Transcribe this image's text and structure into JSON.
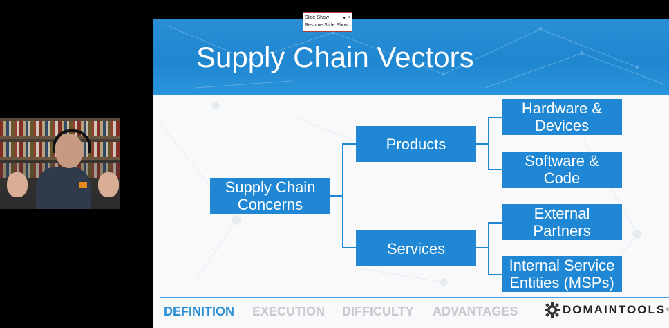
{
  "popup": {
    "title": "Slide Show",
    "dropdown_icon": "▾",
    "close_icon": "×",
    "resume_label": "Resume Slide Show"
  },
  "slide": {
    "title": "Supply Chain Vectors",
    "diagram": {
      "root": {
        "line1": "Supply Chain",
        "line2": "Concerns"
      },
      "products": {
        "label": "Products"
      },
      "services": {
        "label": "Services"
      },
      "hardware": {
        "line1": "Hardware &",
        "line2": "Devices"
      },
      "software": {
        "line1": "Software &",
        "line2": "Code"
      },
      "external": {
        "line1": "External",
        "line2": "Partners"
      },
      "internal": {
        "line1": "Internal Service",
        "line2": "Entities (MSPs)"
      }
    },
    "nav_tabs": [
      {
        "label": "DEFINITION",
        "active": true
      },
      {
        "label": "EXECUTION",
        "active": false
      },
      {
        "label": "DIFFICULTY",
        "active": false
      },
      {
        "label": "ADVANTAGES",
        "active": false
      }
    ],
    "brand": {
      "name": "DOMAINTOOLS",
      "tm": "®",
      "icon": "gear-icon"
    }
  },
  "colors": {
    "header_blue": "#1f86d0",
    "box_blue": "#1f87d4",
    "active_tab": "#2b8fd3",
    "inactive_tab": "#c7c9cc"
  }
}
